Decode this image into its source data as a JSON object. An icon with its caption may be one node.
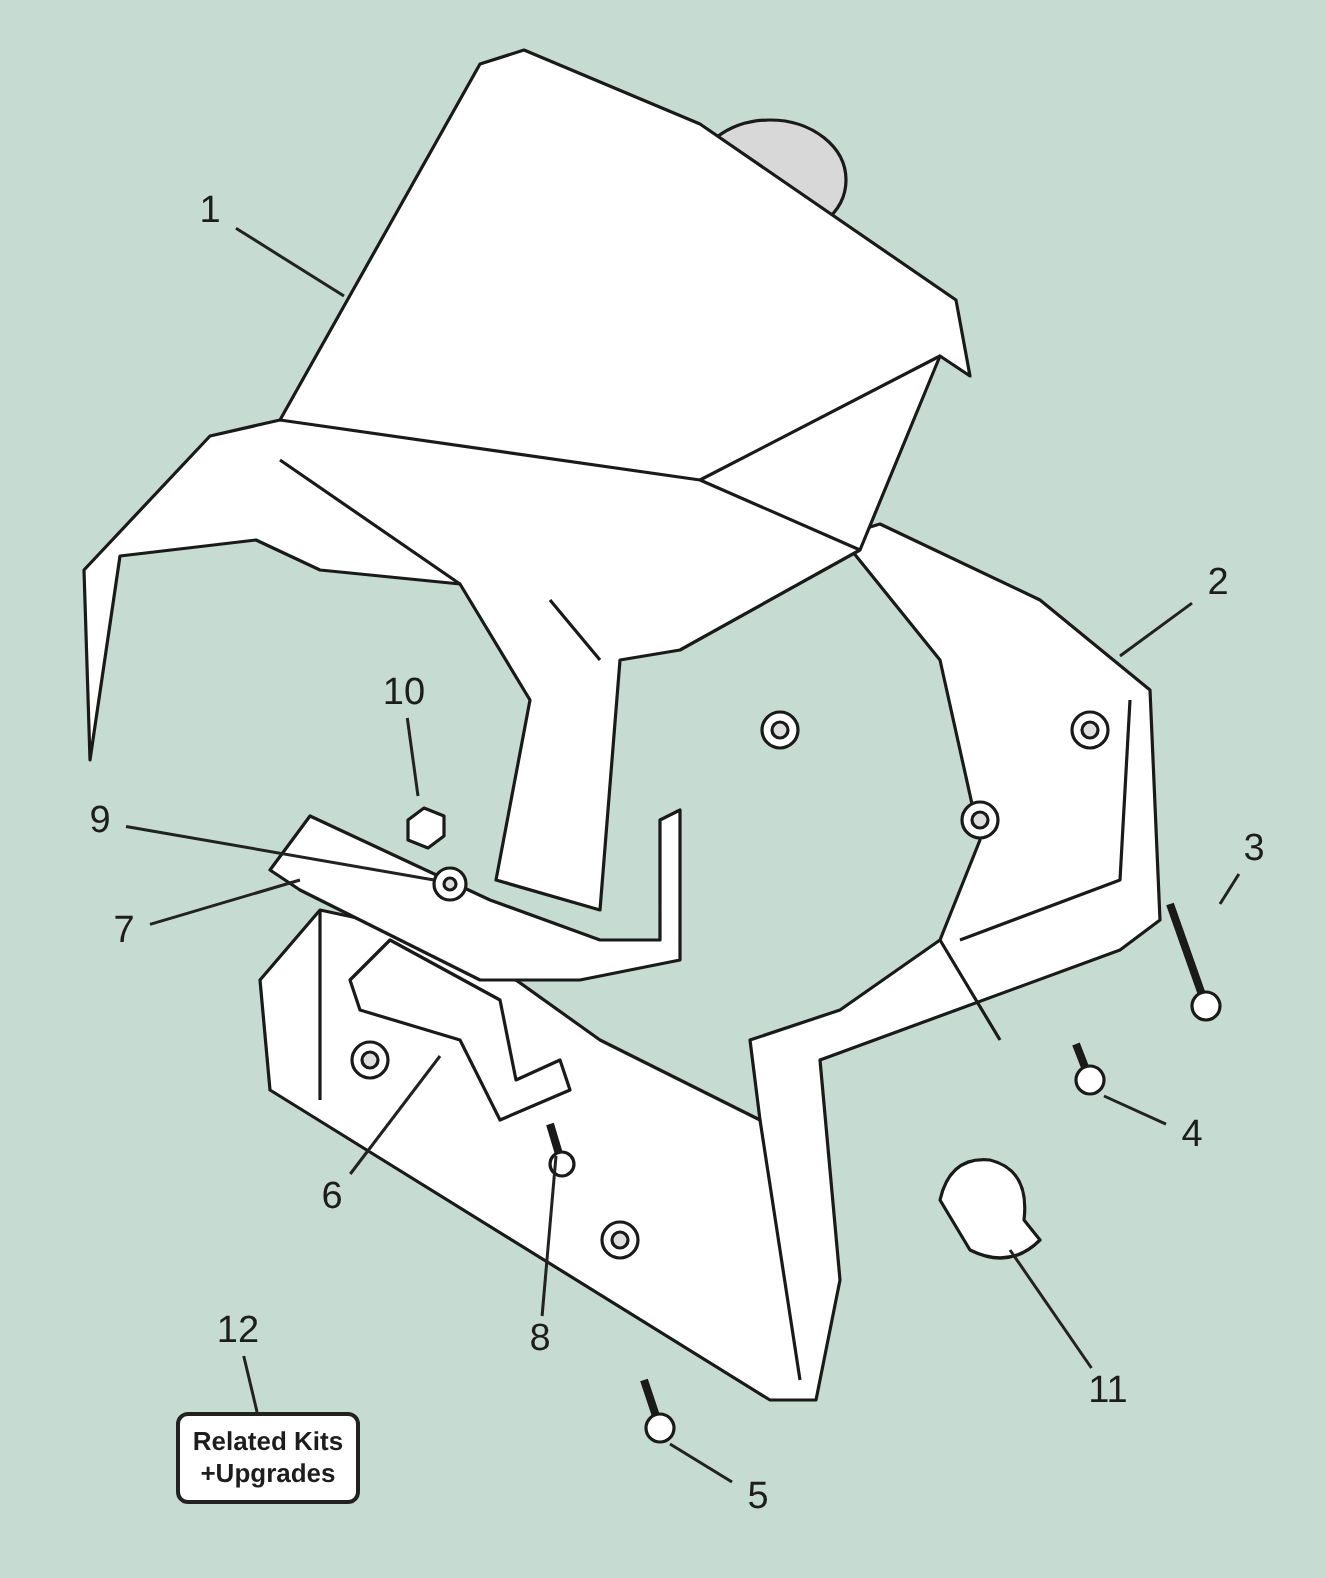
{
  "diagram": {
    "nodes": [
      {
        "text": [
          "1"
        ]
      },
      {
        "text": [
          "2"
        ]
      },
      {
        "text": [
          "3"
        ]
      },
      {
        "text": [
          "4"
        ]
      },
      {
        "text": [
          "5"
        ]
      },
      {
        "text": [
          "6"
        ]
      },
      {
        "text": [
          "7"
        ]
      },
      {
        "text": [
          "8"
        ]
      },
      {
        "text": [
          "9"
        ]
      },
      {
        "text": [
          "10"
        ]
      },
      {
        "text": [
          "11"
        ]
      },
      {
        "text": [
          "12"
        ]
      },
      {
        "text": [
          "Related Kits +Upgrades"
        ]
      }
    ],
    "edges": [
      {
        "from": 0,
        "to": null,
        "arrow": "none"
      },
      {
        "from": 1,
        "to": null,
        "arrow": "none"
      },
      {
        "from": 2,
        "to": null,
        "arrow": "none"
      },
      {
        "from": 3,
        "to": null,
        "arrow": "none"
      },
      {
        "from": 4,
        "to": null,
        "arrow": "none"
      },
      {
        "from": 5,
        "to": null,
        "arrow": "none"
      },
      {
        "from": 6,
        "to": null,
        "arrow": "none"
      },
      {
        "from": 7,
        "to": null,
        "arrow": "none"
      },
      {
        "from": 8,
        "to": null,
        "arrow": "none"
      },
      {
        "from": 9,
        "to": null,
        "arrow": "none"
      },
      {
        "from": 10,
        "to": null,
        "arrow": "none"
      },
      {
        "from": 11,
        "to": 12,
        "arrow": "none"
      }
    ]
  }
}
